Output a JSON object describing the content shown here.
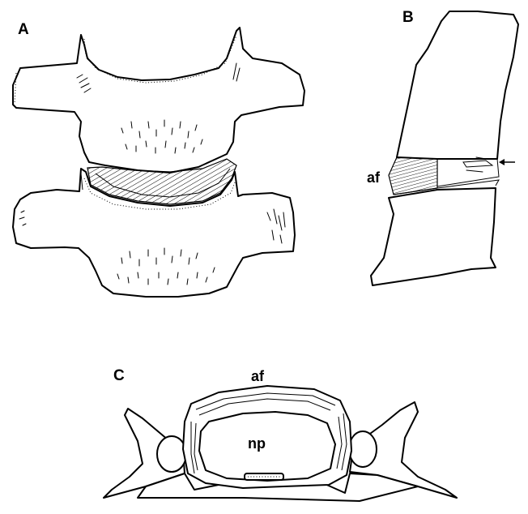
{
  "figure": {
    "panels": [
      {
        "id": "A",
        "label": "A"
      },
      {
        "id": "B",
        "label": "B"
      },
      {
        "id": "C",
        "label": "C"
      }
    ],
    "annotations": {
      "B_af": "af",
      "C_af": "af",
      "C_np": "np"
    },
    "colors": {
      "ink": "#000000",
      "paper": "#ffffff"
    }
  }
}
